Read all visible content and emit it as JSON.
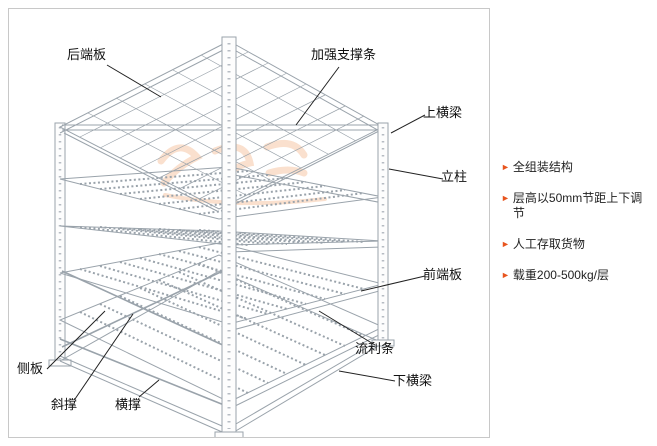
{
  "diagram": {
    "border_color": "#c8c8c8",
    "line_color": "#9aa3ab",
    "watermark_color": "#f2a269",
    "labels": [
      {
        "id": "rear-end-plate",
        "text": "后端板"
      },
      {
        "id": "reinforce-bar",
        "text": "加强支撑条"
      },
      {
        "id": "upper-beam",
        "text": "上横梁"
      },
      {
        "id": "upright",
        "text": "立柱"
      },
      {
        "id": "front-end-plate",
        "text": "前端板"
      },
      {
        "id": "flow-strip",
        "text": "流利条"
      },
      {
        "id": "lower-beam",
        "text": "下横梁"
      },
      {
        "id": "side-plate",
        "text": "侧板"
      },
      {
        "id": "diagonal-brace",
        "text": "斜撑"
      },
      {
        "id": "horizontal-brace",
        "text": "横撑"
      }
    ]
  },
  "features": {
    "bullet": "►",
    "accent_color": "#e8541e",
    "items": [
      {
        "text": "全组装结构"
      },
      {
        "text": "层高以50mm节距上下调节"
      },
      {
        "text": "人工存取货物"
      },
      {
        "text": "载重200-500kg/层"
      }
    ]
  }
}
